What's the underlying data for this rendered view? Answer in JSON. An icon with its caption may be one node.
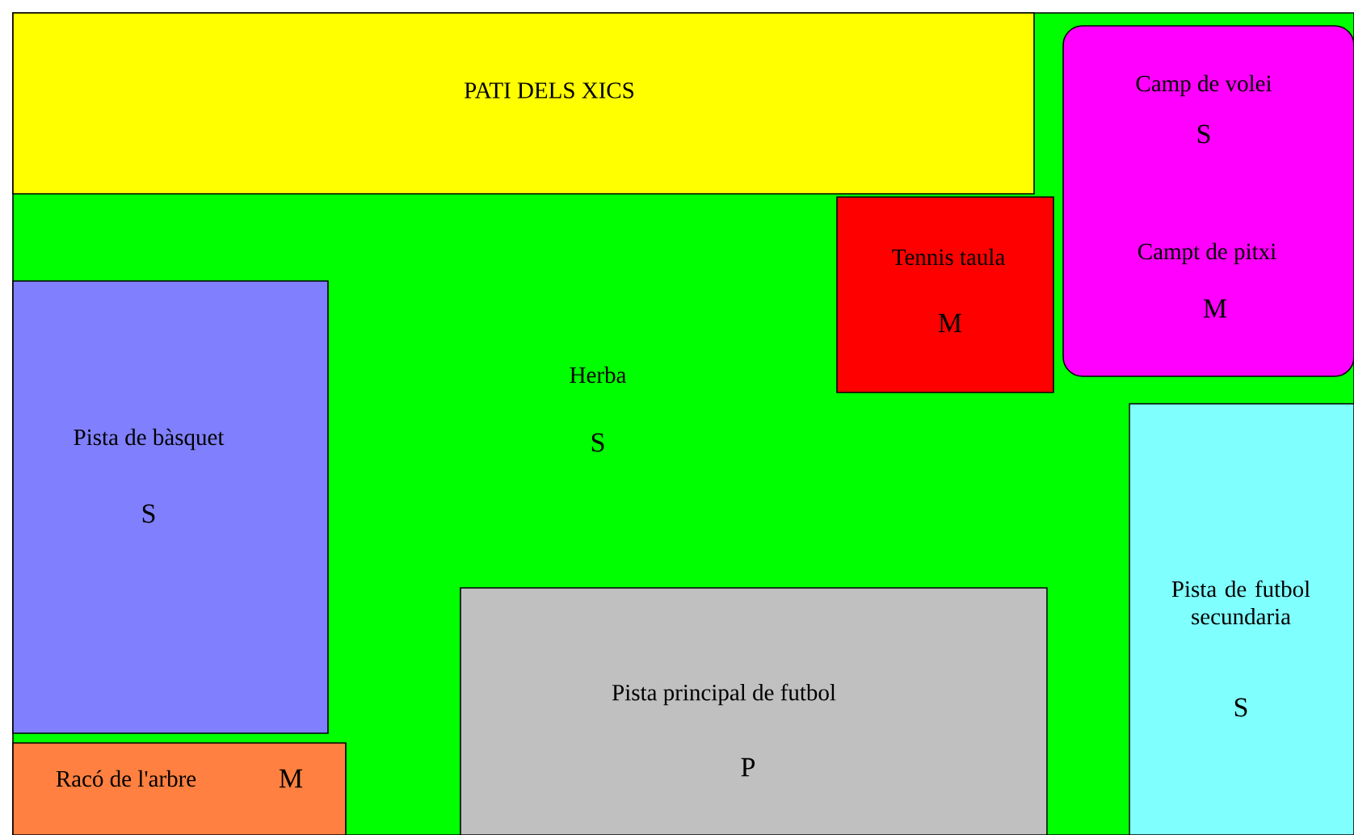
{
  "diagram": {
    "nodes": [
      {
        "text": [
          "Herba",
          "S"
        ]
      },
      {
        "text": [
          "PATI DELS XICS"
        ],
        "in": 0
      },
      {
        "text": [
          "Camp de volei",
          "S",
          "Campt de pitxi",
          "M"
        ],
        "in": 0
      },
      {
        "text": [
          "Tennis taula",
          "M"
        ],
        "in": 0
      },
      {
        "text": [
          "Pista de bàsquet",
          "S"
        ],
        "in": 0
      },
      {
        "text": [
          "Pista de futbol secundaria",
          "S"
        ],
        "in": 0
      },
      {
        "text": [
          "Pista principal de futbol",
          "P"
        ],
        "in": 0
      },
      {
        "text": [
          "Racó de l'arbre",
          "M"
        ],
        "in": 0
      }
    ]
  }
}
